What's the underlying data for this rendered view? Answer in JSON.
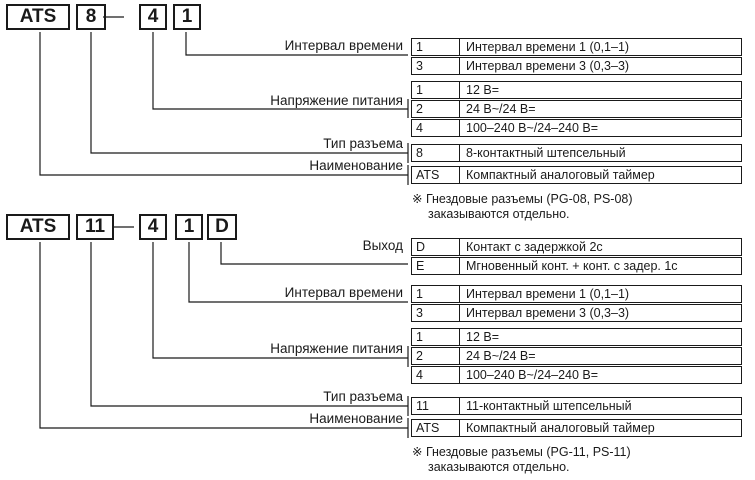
{
  "diagram1": {
    "codes": [
      "ATS",
      "8",
      "4",
      "1"
    ],
    "dash": "—",
    "labels": {
      "interval": "Интервал времени",
      "voltage": "Напряжение питания",
      "socket": "Тип разъема",
      "name": "Наименование"
    },
    "rows": [
      {
        "code": "1",
        "desc": "Интервал времени 1 (0,1–1)"
      },
      {
        "code": "3",
        "desc": "Интервал времени 3 (0,3–3)"
      },
      {
        "code": "1",
        "desc": "12 В="
      },
      {
        "code": "2",
        "desc": "24 В~/24 В="
      },
      {
        "code": "4",
        "desc": "100–240 В~/24–240 В="
      },
      {
        "code": "8",
        "desc": "8-контактный штепсельный"
      },
      {
        "code": "ATS",
        "desc": "Компактный аналоговый таймер"
      }
    ],
    "note_line1": "※ Гнездовые разъемы (PG-08, PS-08)",
    "note_line2": "заказываются отдельно."
  },
  "diagram2": {
    "codes": [
      "ATS",
      "11",
      "4",
      "1",
      "D"
    ],
    "dash": "—",
    "labels": {
      "output": "Выход",
      "interval": "Интервал времени",
      "voltage": "Напряжение питания",
      "socket": "Тип разъема",
      "name": "Наименование"
    },
    "rows": [
      {
        "code": "D",
        "desc": "Контакт с задержкой 2с"
      },
      {
        "code": "E",
        "desc": "Мгновенный конт. + конт. с задер. 1с"
      },
      {
        "code": "1",
        "desc": "Интервал времени 1 (0,1–1)"
      },
      {
        "code": "3",
        "desc": "Интервал времени 3 (0,3–3)"
      },
      {
        "code": "1",
        "desc": "12 В="
      },
      {
        "code": "2",
        "desc": "24 В~/24 В="
      },
      {
        "code": "4",
        "desc": "100–240 В~/24–240 В="
      },
      {
        "code": "11",
        "desc": "11-контактный штепсельный"
      },
      {
        "code": "ATS",
        "desc": "Компактный аналоговый таймер"
      }
    ],
    "note_line1": "※ Гнездовые разъемы (PG-11, PS-11)",
    "note_line2": "заказываются отдельно."
  }
}
